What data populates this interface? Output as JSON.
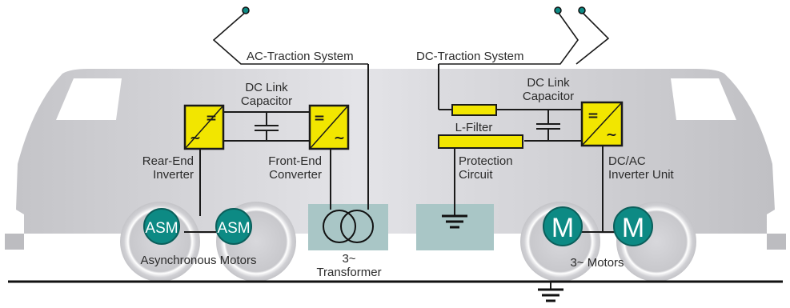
{
  "labels": {
    "ac_system": "AC-Traction System",
    "dc_system": "DC-Traction System",
    "dc_link_left_1": "DC Link",
    "dc_link_left_2": "Capacitor",
    "dc_link_right_1": "DC Link",
    "dc_link_right_2": "Capacitor",
    "rear_end_1": "Rear-End",
    "rear_end_2": "Inverter",
    "front_end_1": "Front-End",
    "front_end_2": "Converter",
    "l_filter": "L-Filter",
    "protection_1": "Protection",
    "protection_2": "Circuit",
    "dcac_1": "DC/AC",
    "dcac_2": "Inverter Unit",
    "async_motors": "Asynchronous Motors",
    "transformer_1": "3~",
    "transformer_2": "Transformer",
    "motors_3": "3~ Motors"
  },
  "motors": {
    "asm": "ASM",
    "m": "M"
  },
  "converter_symbols": {
    "dc": "=",
    "ac": "~"
  },
  "colors": {
    "locomotive_body": "#c8c8cc",
    "converter_yellow": "#f2e600",
    "motor_teal": "#0d8a84",
    "box_teal": "#a9c6c6",
    "wire": "#1a1a1a"
  }
}
